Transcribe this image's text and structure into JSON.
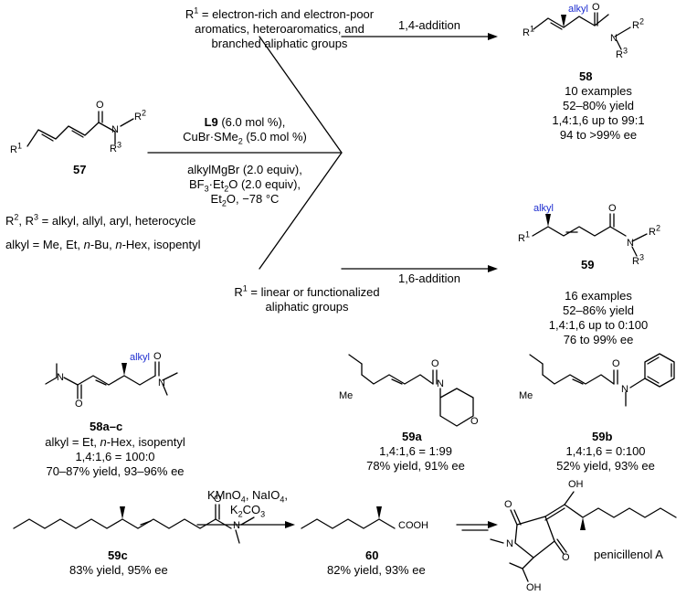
{
  "top_condition": {
    "lines": [
      {
        "pre": "R",
        "sup": "1",
        "text": " = electron-rich and electron-poor"
      },
      {
        "text": "aromatics, heteroaromatics, and"
      },
      {
        "text": "branched aliphatic groups"
      }
    ]
  },
  "bottom_condition": {
    "lines": [
      {
        "pre": "R",
        "sup": "1",
        "text": " = linear or functionalized"
      },
      {
        "text": "aliphatic groups"
      }
    ]
  },
  "arrow_labels": {
    "top": "1,4-addition",
    "bottom": "1,6-addition"
  },
  "reagents": {
    "l9": "L9",
    "l9_rest": " (6.0 mol %),",
    "cu": "CuBr·SMe",
    "cu_sub": "2",
    "cu_rest": " (5.0 mol %)",
    "grignard": "alkylMgBr (2.0 equiv),",
    "bf3_a": "BF",
    "bf3_sub": "3",
    "bf3_b": "·Et",
    "bf3_sub2": "2",
    "bf3_c": "O (2.0 equiv),",
    "solvent_a": "Et",
    "solvent_sub": "2",
    "solvent_b": "O, −78 °C"
  },
  "substrate": {
    "id": "57",
    "r_def_a": "R",
    "r_def_sup1": "2",
    "r_def_b": ", R",
    "r_def_sup2": "3",
    "r_def_c": " = alkyl, allyl, aryl, heterocycle",
    "alkyl_def_a": "alkyl = Me, Et, ",
    "alkyl_def_nbu": "n",
    "alkyl_def_b": "-Bu, ",
    "alkyl_def_nhex": "n",
    "alkyl_def_c": "-Hex, isopentyl"
  },
  "product_58": {
    "id": "58",
    "results": [
      "10 examples",
      "52–80% yield",
      "1,4:1,6 up to 99:1",
      "94 to >99% ee"
    ]
  },
  "product_59": {
    "id": "59",
    "results": [
      "16 examples",
      "52–86% yield",
      "1,4:1,6 up to 0:100",
      "76 to 99% ee"
    ]
  },
  "structure_labels": {
    "alkyl": "alkyl",
    "r1": "R",
    "r1_sup": "1",
    "r2": "R",
    "r2_sup": "2",
    "r3": "R",
    "r3_sup": "3",
    "o": "O",
    "n": "N",
    "me": "Me",
    "oh": "OH",
    "cooh": "COOH"
  },
  "compound_58ac": {
    "id_a": "58a",
    "id_dash": "–",
    "id_b": "c",
    "lines": [
      "1,4:1,6 = 100:0",
      "70–87% yield, 93–96% ee"
    ],
    "alkyl_a": "alkyl = Et, ",
    "alkyl_n": "n",
    "alkyl_b": "-Hex, isopentyl"
  },
  "compound_59a": {
    "id": "59a",
    "lines": [
      "1,4:1,6 = 1:99",
      "78% yield, 91% ee"
    ]
  },
  "compound_59b": {
    "id": "59b",
    "lines": [
      "1,4:1,6 = 0:100",
      "52% yield, 93% ee"
    ]
  },
  "compound_59c": {
    "id": "59c",
    "lines": [
      "83% yield, 95% ee"
    ]
  },
  "compound_60": {
    "id": "60",
    "lines": [
      "82% yield, 93% ee"
    ]
  },
  "oxidation_reagents": {
    "a": "KMnO",
    "a_sub": "4",
    "b": ", NaIO",
    "b_sub": "4",
    "c": ",",
    "d": "K",
    "d_sub": "2",
    "e": "CO",
    "e_sub": "3"
  },
  "natural_product": {
    "name": "penicillenol A"
  }
}
